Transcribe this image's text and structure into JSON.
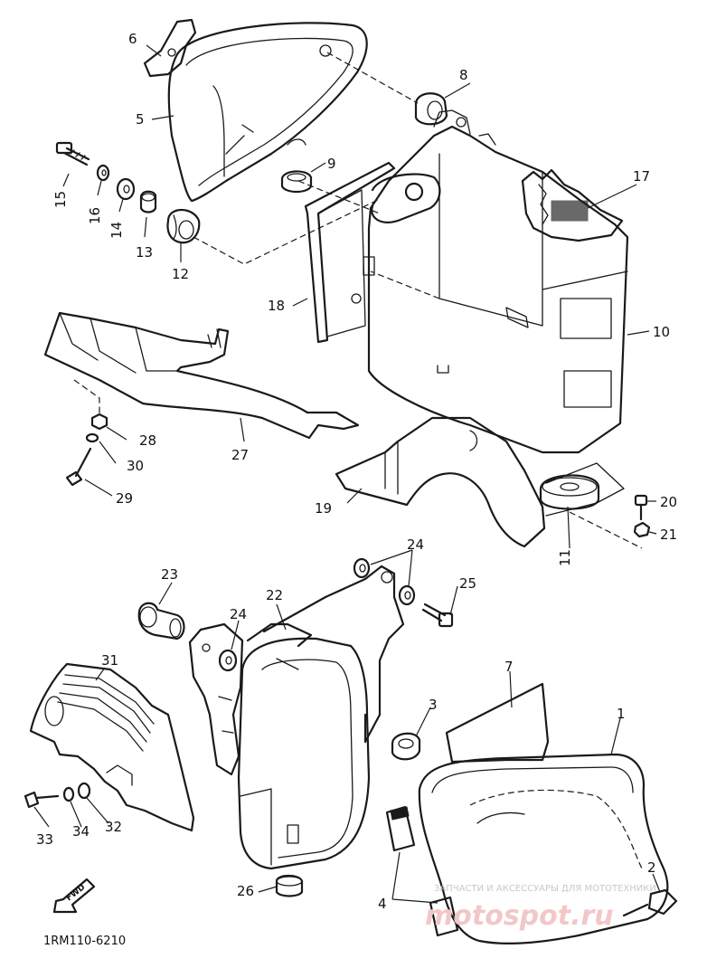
{
  "diagram": {
    "code": "1RM110-6210",
    "fwd_label": "FWD",
    "watermark": {
      "caption": "ЗАПЧАСТИ И АКСЕССУАРЫ ДЛЯ МОТОТЕХНИКИ",
      "logo": "motospot.ru"
    },
    "callouts": [
      "1",
      "2",
      "3",
      "4",
      "5",
      "6",
      "7",
      "8",
      "9",
      "10",
      "11",
      "12",
      "13",
      "14",
      "15",
      "16",
      "17",
      "18",
      "19",
      "20",
      "21",
      "22",
      "23",
      "24",
      "25",
      "26",
      "27",
      "28",
      "29",
      "30",
      "31",
      "32",
      "33",
      "34"
    ],
    "extra_callouts": [
      "24"
    ]
  }
}
